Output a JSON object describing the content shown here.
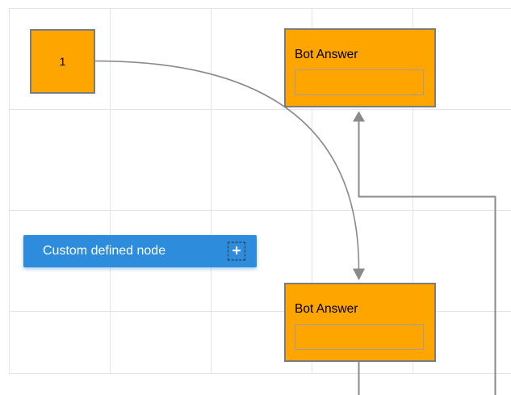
{
  "nodes": {
    "start": {
      "label": "1"
    },
    "bot_answer_top": {
      "title": "Bot Answer",
      "input_value": ""
    },
    "bot_answer_bottom": {
      "title": "Bot Answer",
      "input_value": ""
    }
  },
  "palette": {
    "custom_node_label": "Custom defined node",
    "add_icon": "+"
  },
  "colors": {
    "node_fill": "#FFA500",
    "node_border": "#7C7C7C",
    "node_text": "#000000",
    "input_border": "#9E9E9E",
    "connector": "#8A8A8A",
    "grid_line": "#E4E4E4",
    "button_bg": "#2D8CDC",
    "button_text": "#FFFFFF",
    "icon_border": "#2B2B2B"
  }
}
